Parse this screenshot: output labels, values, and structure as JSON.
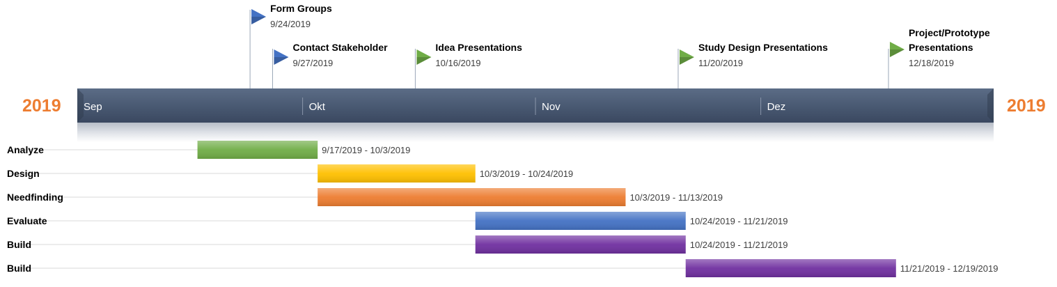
{
  "chart_data": {
    "type": "gantt",
    "x_axis": {
      "range": [
        "2019-09-01",
        "2019-12-31"
      ],
      "months": [
        {
          "label": "Sep",
          "start": "2019-09-01"
        },
        {
          "label": "Okt",
          "start": "2019-10-01"
        },
        {
          "label": "Nov",
          "start": "2019-11-01"
        },
        {
          "label": "Dez",
          "start": "2019-12-01"
        }
      ],
      "year_left": "2019",
      "year_right": "2019"
    },
    "milestones": [
      {
        "label": [
          "Form Groups"
        ],
        "date": "2019-09-24",
        "date_label": "9/24/2019",
        "color": "#4472C4",
        "tier": 0
      },
      {
        "label": [
          "Contact Stakeholder"
        ],
        "date": "2019-09-27",
        "date_label": "9/27/2019",
        "color": "#4472C4",
        "tier": 1
      },
      {
        "label": [
          "Idea Presentations"
        ],
        "date": "2019-10-16",
        "date_label": "10/16/2019",
        "color": "#70AD47",
        "tier": 1
      },
      {
        "label": [
          "Study Design Presentations"
        ],
        "date": "2019-11-20",
        "date_label": "11/20/2019",
        "color": "#70AD47",
        "tier": 1
      },
      {
        "label": [
          "Project/Prototype",
          "Presentations"
        ],
        "date": "2019-12-18",
        "date_label": "12/18/2019",
        "color": "#70AD47",
        "tier": 1
      }
    ],
    "tasks": [
      {
        "name": "Analyze",
        "start": "2019-09-17",
        "end": "2019-10-03",
        "range_label": "9/17/2019 - 10/3/2019",
        "color": "#70AD47"
      },
      {
        "name": "Design",
        "start": "2019-10-03",
        "end": "2019-10-24",
        "range_label": "10/3/2019 - 10/24/2019",
        "color": "#FFC000"
      },
      {
        "name": "Needfinding",
        "start": "2019-10-03",
        "end": "2019-11-13",
        "range_label": "10/3/2019 - 11/13/2019",
        "color": "#ED7D31"
      },
      {
        "name": "Evaluate",
        "start": "2019-10-24",
        "end": "2019-11-21",
        "range_label": "10/24/2019 - 11/21/2019",
        "color": "#4472C4"
      },
      {
        "name": "Build",
        "start": "2019-10-24",
        "end": "2019-11-21",
        "range_label": "10/24/2019 - 11/21/2019",
        "color": "#7030A0"
      },
      {
        "name": "Build",
        "start": "2019-11-21",
        "end": "2019-12-19",
        "range_label": "11/21/2019 - 12/19/2019",
        "color": "#7030A0"
      }
    ],
    "colors": {
      "band": "#44546A",
      "year": "#ED7D31",
      "text": "#000000",
      "date_text": "#404040"
    }
  }
}
